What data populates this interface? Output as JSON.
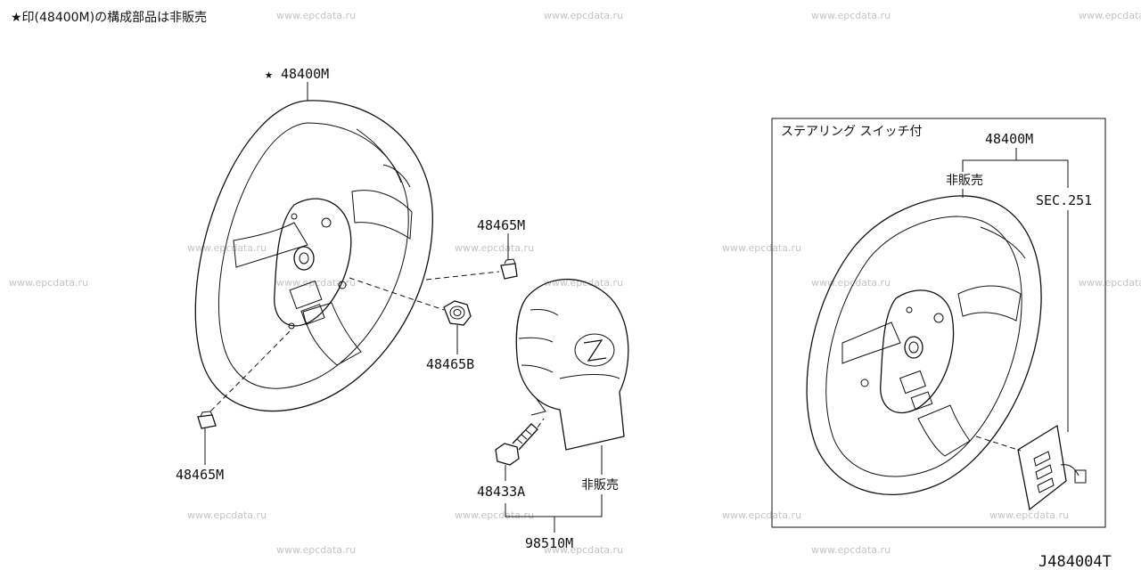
{
  "header_note": "★印(48400M)の構成部品は非販売",
  "watermark_text": "www.epcdata.ru",
  "diagram_code": "J484004T",
  "parts": {
    "steering_wheel": "48400M",
    "star": "★",
    "clip_upper": "48465M",
    "nut": "48465B",
    "clip_lower": "48465M",
    "bolt": "48433A",
    "airbag_not_sold": "非販売",
    "airbag_module": "98510M"
  },
  "inset": {
    "title": "ステアリング スイッチ付",
    "part": "48400M",
    "not_sold": "非販売",
    "section_ref": "SEC.251"
  }
}
